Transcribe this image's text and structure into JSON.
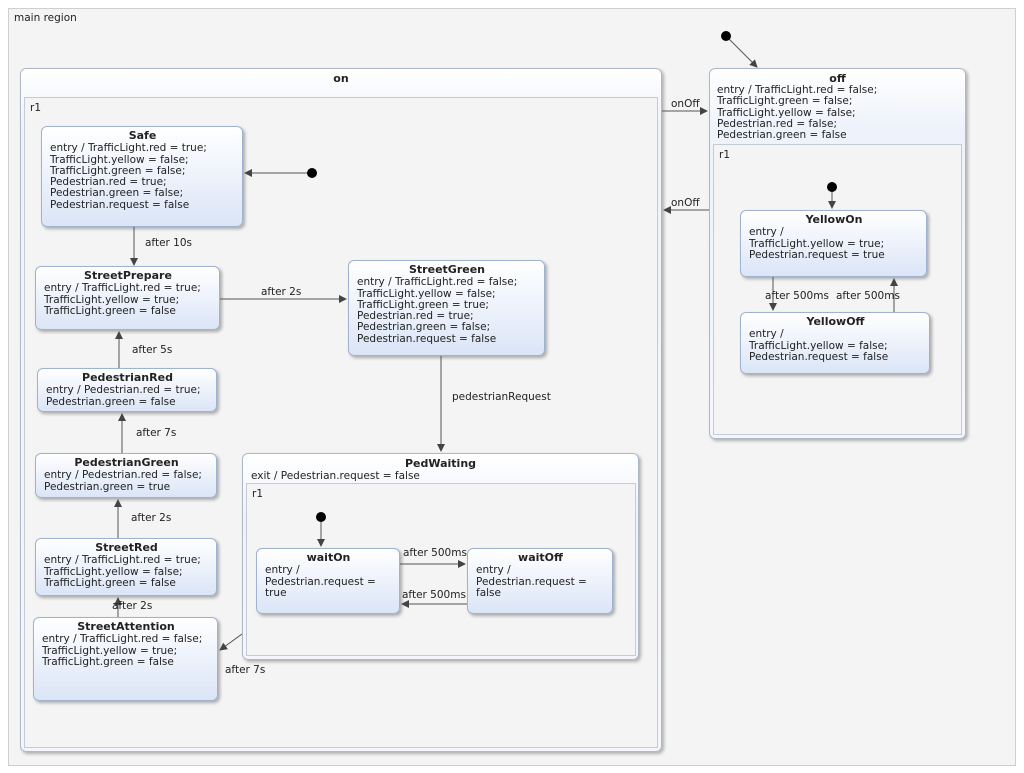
{
  "main_region": {
    "label": "main region"
  },
  "states": {
    "on": {
      "title": "on",
      "region": "r1"
    },
    "off": {
      "title": "off",
      "behavior": "entry / TrafficLight.red = false;\nTrafficLight.green = false;\nTrafficLight.yellow = false;\nPedestrian.red = false;\nPedestrian.green = false",
      "region": "r1"
    },
    "safe": {
      "title": "Safe",
      "behavior": "entry / TrafficLight.red = true;\nTrafficLight.yellow = false;\nTrafficLight.green = false;\nPedestrian.red = true;\nPedestrian.green = false;\nPedestrian.request = false"
    },
    "street_prepare": {
      "title": "StreetPrepare",
      "behavior": "entry / TrafficLight.red = true;\nTrafficLight.yellow = true;\nTrafficLight.green = false"
    },
    "street_green": {
      "title": "StreetGreen",
      "behavior": "entry / TrafficLight.red = false;\nTrafficLight.yellow = false;\nTrafficLight.green = true;\nPedestrian.red = true;\nPedestrian.green = false;\nPedestrian.request = false"
    },
    "pedestrian_red": {
      "title": "PedestrianRed",
      "behavior": "entry / Pedestrian.red = true;\nPedestrian.green = false"
    },
    "pedestrian_green": {
      "title": "PedestrianGreen",
      "behavior": "entry / Pedestrian.red = false;\nPedestrian.green = true"
    },
    "street_red": {
      "title": "StreetRed",
      "behavior": "entry / TrafficLight.red = true;\nTrafficLight.yellow = false;\nTrafficLight.green = false"
    },
    "street_attention": {
      "title": "StreetAttention",
      "behavior": "entry / TrafficLight.red = false;\nTrafficLight.yellow = true;\nTrafficLight.green = false"
    },
    "ped_waiting": {
      "title": "PedWaiting",
      "behavior": "exit / Pedestrian.request = false",
      "region": "r1"
    },
    "wait_on": {
      "title": "waitOn",
      "behavior": "entry /\nPedestrian.request =\ntrue"
    },
    "wait_off": {
      "title": "waitOff",
      "behavior": "entry /\nPedestrian.request =\nfalse"
    },
    "yellow_on": {
      "title": "YellowOn",
      "behavior": "entry /\nTrafficLight.yellow = true;\nPedestrian.request = true"
    },
    "yellow_off": {
      "title": "YellowOff",
      "behavior": "entry /\nTrafficLight.yellow = false;\nPedestrian.request = false"
    }
  },
  "transitions": {
    "on_to_off": "onOff",
    "off_to_on": "onOff",
    "safe_to_street_prepare": "after 10s",
    "street_prepare_to_street_green": "after 2s",
    "pedestrian_red_to_street_prepare": "after 5s",
    "pedestrian_green_to_pedestrian_red": "after 7s",
    "street_red_to_pedestrian_green": "after 2s",
    "street_attention_to_street_red": "after 2s",
    "street_green_to_ped_waiting": "pedestrianRequest",
    "ped_waiting_to_street_attention": "after 7s",
    "wait_on_to_wait_off": "after 500ms",
    "wait_off_to_wait_on": "after 500ms",
    "yellow_on_to_yellow_off": "after 500ms",
    "yellow_off_to_yellow_on": "after 500ms"
  }
}
